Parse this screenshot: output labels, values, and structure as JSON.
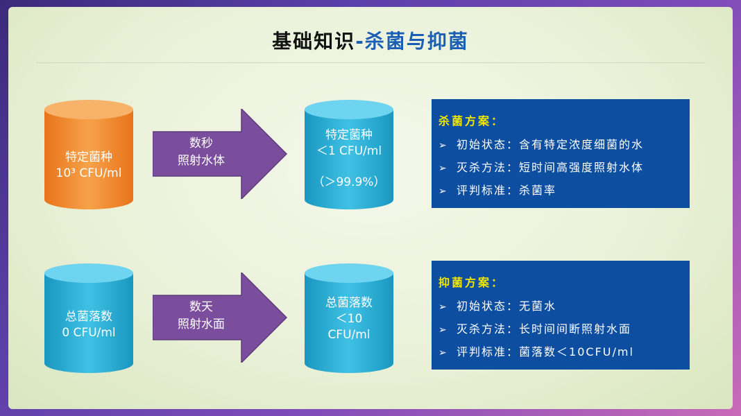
{
  "title": {
    "main": "基础知识",
    "accent": "-杀菌与抑菌"
  },
  "row1": {
    "start": {
      "line1": "特定菌种",
      "line2": "10³ CFU/ml",
      "color": "#f08a24"
    },
    "arrow": {
      "line1": "数秒",
      "line2": "照射水体"
    },
    "end": {
      "line1": "特定菌种",
      "line2": "＜1 CFU/ml",
      "line3": "（＞99.9%）",
      "color": "#23a9d1"
    },
    "info": {
      "heading": "杀菌方案：",
      "items": [
        {
          "label": "初始状态：",
          "value": "含有特定浓度细菌的水"
        },
        {
          "label": "灭杀方法：",
          "value": "短时间高强度照射水体"
        },
        {
          "label": "评判标准：",
          "value": "杀菌率"
        }
      ]
    }
  },
  "row2": {
    "start": {
      "line1": "总菌落数",
      "line2": "0 CFU/ml",
      "color": "#23a9d1"
    },
    "arrow": {
      "line1": "数天",
      "line2": "照射水面"
    },
    "end": {
      "line1": "总菌落数",
      "line2": "＜10",
      "line3": "CFU/ml",
      "color": "#23a9d1"
    },
    "info": {
      "heading": "抑菌方案：",
      "items": [
        {
          "label": "初始状态：",
          "value": "无菌水"
        },
        {
          "label": "灭杀方法：",
          "value": "长时间间断照射水面"
        },
        {
          "label": "评判标准：",
          "value": "菌落数＜10CFU/ml"
        }
      ]
    }
  },
  "bullet_glyph": "➢",
  "colors": {
    "arrow": "#7a4e9c",
    "info_bg": "#0d4ea0",
    "info_heading": "#f2e600",
    "title_accent": "#1a5fb4"
  }
}
